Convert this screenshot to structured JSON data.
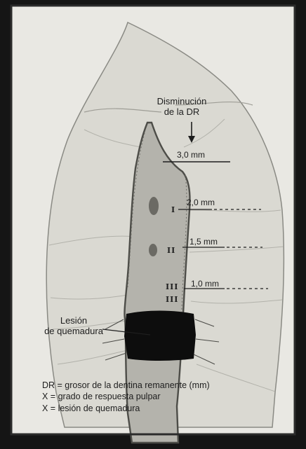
{
  "figure": {
    "annotation": {
      "line1": "Disminución",
      "line2": "de la DR"
    },
    "measurements": [
      "3,0 mm",
      "2,0 mm",
      "1,5 mm",
      "1,0 mm"
    ],
    "response_marks": [
      "I",
      "II",
      "III\nIII"
    ],
    "burn_lesion": {
      "line1": "Lesión",
      "line2": "de quemadura"
    },
    "legend": [
      "DR = grosor de la dentina remanente (mm)",
      "X = grado de respuesta pulpar",
      "X = lesión de quemadura"
    ]
  },
  "colors": {
    "background": "#151515",
    "page": "#e9e8e3",
    "tooth": "#dad9d2",
    "pulp": "#b4b3ac",
    "burn": "#0d0d0d",
    "ink": "#1e1e1e"
  }
}
